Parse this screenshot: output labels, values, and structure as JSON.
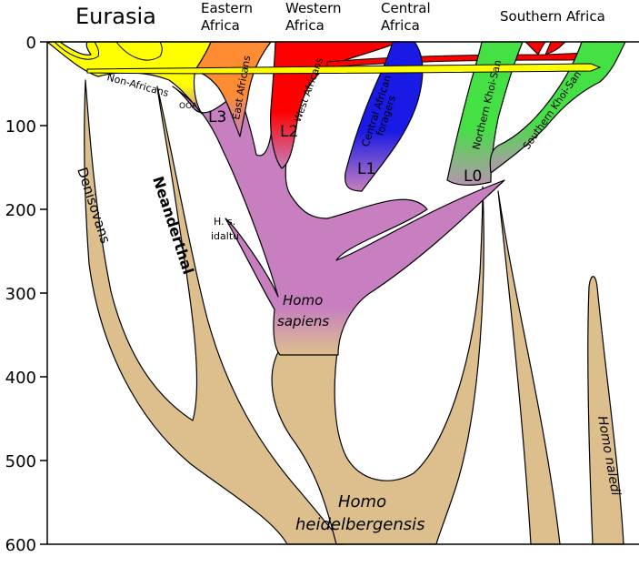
{
  "regions": {
    "eurasia": "Eurasia",
    "eastern": [
      "Eastern",
      "Africa"
    ],
    "western": [
      "Western",
      "Africa"
    ],
    "central": [
      "Central",
      "Africa"
    ],
    "southern": "Southern Africa"
  },
  "axis": {
    "ticks": [
      "0",
      "100",
      "200",
      "300",
      "400",
      "500",
      "600"
    ]
  },
  "labels": {
    "non_africans": "Non-Africans",
    "ooa": "OOA",
    "east_africans": "East Africans",
    "west_africans": "West Africans",
    "central_foragers": [
      "Central African",
      "foragers"
    ],
    "northern_khoisan": "Northern Khoi-San",
    "southern_khoisan": "Southern Khoi-San",
    "l3": "L3",
    "l2": "L2",
    "l1": "L1",
    "l0": "L0",
    "denisovans": "Denisovans",
    "neanderthal": "Neanderthal",
    "idaltu": [
      "H. s.",
      "idaltu"
    ],
    "homo_sapiens": [
      "Homo",
      "sapiens"
    ],
    "heidelbergensis": [
      "Homo",
      "heidelbergensis"
    ],
    "naledi": "Homo naledi"
  },
  "colors": {
    "tan": "#dcbf8c",
    "purple": "#c77fc0",
    "yellow": "#ffff00",
    "orange": "#ff8c32",
    "red": "#ff0000",
    "blue": "#1a1ae6",
    "green": "#44e044"
  }
}
